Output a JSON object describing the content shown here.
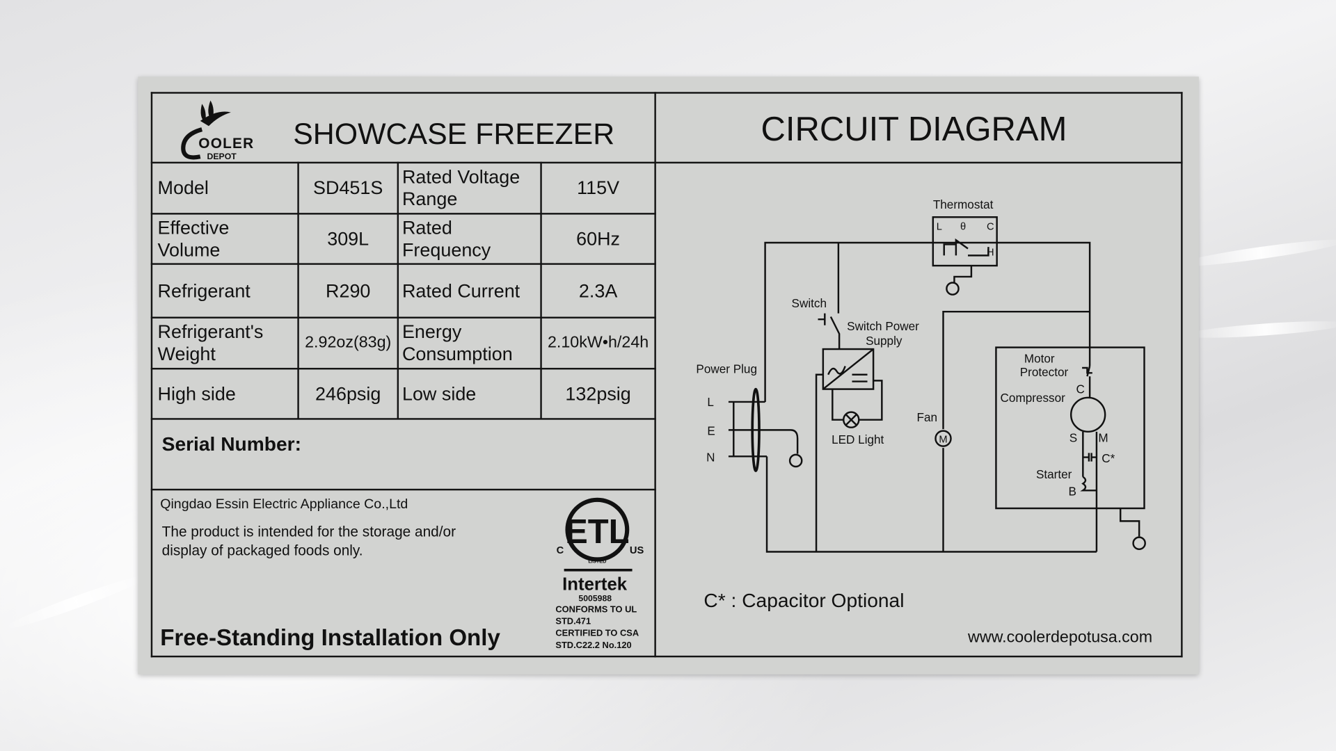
{
  "brand": {
    "logo_text": "COOLER DEPOT",
    "title": "SHOWCASE FREEZER"
  },
  "specs": [
    {
      "label": "Model",
      "value": "SD451S",
      "label2": "Rated Voltage Range",
      "value2": "115V"
    },
    {
      "label": "Effective Volume",
      "value": "309L",
      "label2": "Rated Frequency",
      "value2": "60Hz"
    },
    {
      "label": "Refrigerant",
      "value": "R290",
      "label2": "Rated Current",
      "value2": "2.3A"
    },
    {
      "label": "Refrigerant's Weight",
      "value": "2.92oz(83g)",
      "label2": "Energy Consumption",
      "value2": "2.10kW•h/24h"
    },
    {
      "label": "High side",
      "value": "246psig",
      "label2": "Low side",
      "value2": "132psig"
    }
  ],
  "serial_label": "Serial Number:",
  "manufacturer": "Qingdao Essin Electric Appliance Co.,Ltd",
  "notice_line1": "The product is intended for the storage and/or",
  "notice_line2": "display of packaged foods only.",
  "installation": "Free-Standing Installation Only",
  "certification": {
    "mark": "ETL",
    "c": "C",
    "us": "US",
    "listed": "LISTED",
    "company": "Intertek",
    "number": "5005988",
    "line1": "CONFORMS TO UL",
    "line2": "STD.471",
    "line3": "CERTIFIED TO CSA",
    "line4": "STD.C22.2 No.120"
  },
  "diagram": {
    "title": "CIRCUIT DIAGRAM",
    "thermostat": "Thermostat",
    "therm_l": "L",
    "therm_theta": "θ",
    "therm_c": "C",
    "therm_h": "H",
    "switch": "Switch",
    "psu1": "Switch Power",
    "psu2": "Supply",
    "power_plug": "Power Plug",
    "pin_l": "L",
    "pin_e": "E",
    "pin_n": "N",
    "led": "LED Light",
    "fan": "Fan",
    "fan_m": "M",
    "motor1": "Motor",
    "motor2": "Protector",
    "compressor": "Compressor",
    "comp_c": "C",
    "comp_s": "S",
    "comp_m": "M",
    "cap": "C*",
    "starter": "Starter",
    "starter_b": "B",
    "note": "C* : Capacitor Optional",
    "website": "www.coolerdepotusa.com"
  }
}
